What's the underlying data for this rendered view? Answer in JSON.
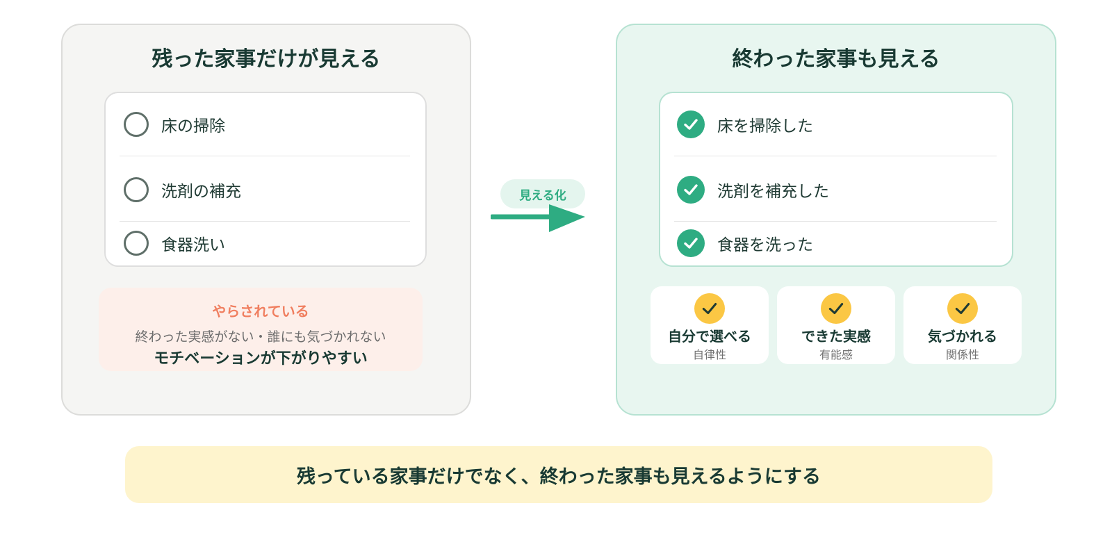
{
  "before_panel": {
    "title": "残った家事だけが見える",
    "tasks": [
      "床の掃除",
      "洗剤の補充",
      "食器洗い"
    ],
    "status": {
      "label": "やらされている",
      "description": "終わった実感がない・誰にも気づかれない",
      "consequence": "モチベーションが下がりやすい"
    }
  },
  "transition": {
    "label": "見える化"
  },
  "after_panel": {
    "title": "終わった家事も見える",
    "tasks": [
      "床を掃除した",
      "洗剤を補充した",
      "食器を洗った"
    ],
    "needs": [
      {
        "label": "自分で選べる",
        "sub": "自律性"
      },
      {
        "label": "できた実感",
        "sub": "有能感"
      },
      {
        "label": "気づかれる",
        "sub": "関係性"
      }
    ]
  },
  "footer": {
    "message": "残っている家事だけでなく、終わった家事も見えるようにする"
  },
  "colors": {
    "accent_green": "#2eac82",
    "warning_orange": "#f07e5f",
    "check_yellow": "#fbc744",
    "banner_yellow": "#fef4cd"
  }
}
